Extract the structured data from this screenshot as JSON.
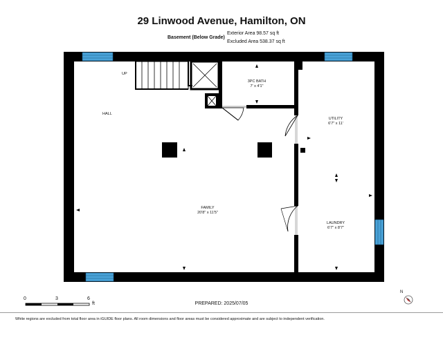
{
  "title": "29 Linwood Avenue, Hamilton, ON",
  "floor": {
    "name": "Basement (Below Grade)",
    "exterior_area": "Exterior Area 98.57 sq ft",
    "excluded_area": "Excluded Area 538.37 sq ft"
  },
  "rooms": {
    "up": "UP",
    "hall": "HALL",
    "bath_name": "3PC BATH",
    "bath_dims": "7' x 4'1\"",
    "utility_name": "UTILITY",
    "utility_dims": "6'7\" x 11'",
    "family_name": "FAMILY",
    "family_dims": "20'8\" x 11'5\"",
    "laundry_name": "LAUNDRY",
    "laundry_dims": "6'7\" x 8'7\""
  },
  "scale": {
    "labels": [
      "0",
      "3",
      "6"
    ],
    "unit": "ft"
  },
  "compass": {
    "label": "N"
  },
  "prepared": "PREPARED: 2025/07/05",
  "disclaimer": "White regions are excluded from total floor area in iGUIDE floor plans. All room dimensions and floor areas must be considered approximate and are subject to independent verification.",
  "colors": {
    "window": "#4aa3d8",
    "wall": "#000000",
    "door_swing": "#cccccc"
  }
}
